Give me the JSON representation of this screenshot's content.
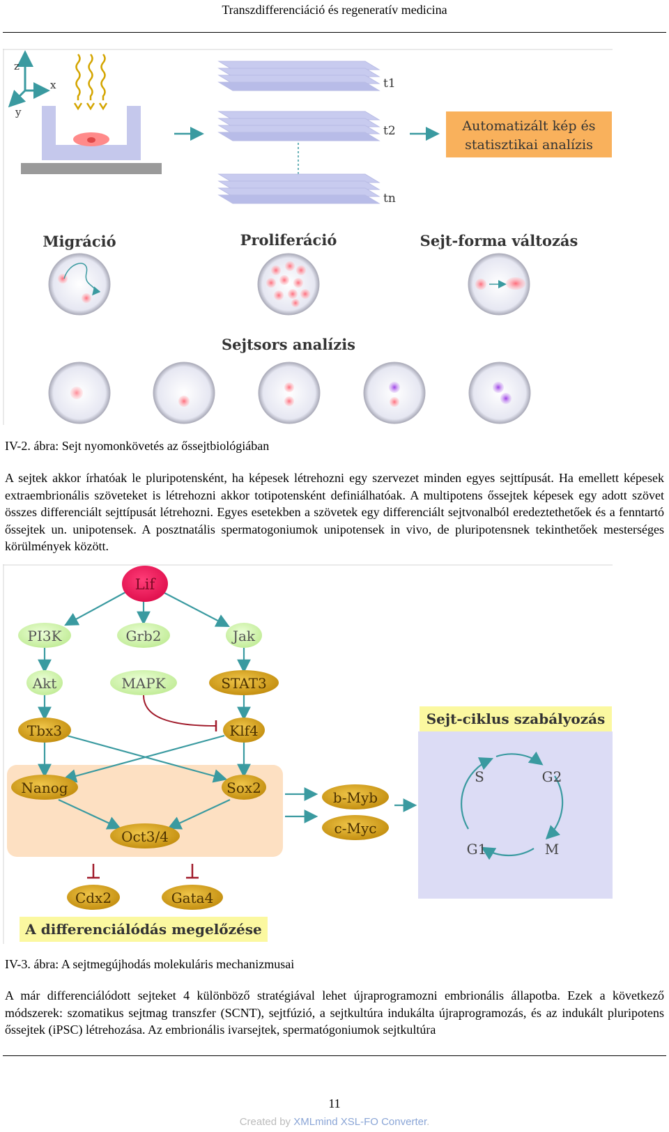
{
  "header": {
    "title": "Transzdifferenciáció és regeneratív medicina"
  },
  "figure1": {
    "axes": {
      "z": "z",
      "x": "x",
      "y": "y"
    },
    "time_labels": [
      "t1",
      "t2",
      "tn"
    ],
    "analysis_box": {
      "line1": "Automatizált kép és",
      "line2": "statisztikai analízis"
    },
    "titles": {
      "migration": "Migráció",
      "proliferation": "Proliferáció",
      "shape_change": "Sejt-forma változás",
      "fate": "Sejtsors analízis"
    },
    "caption": "IV-2. ábra: Sejt nyomonkövetés az őssejtbiológiában"
  },
  "paragraph1": "A sejtek akkor írhatóak le pluripotensként, ha képesek létrehozni egy szervezet minden egyes sejttípusát. Ha emellett képesek extraembrionális szöveteket is létrehozni akkor totipotensként definiálhatóak. A multipotens őssejtek képesek egy adott szövet összes differenciált sejttípusát létrehozni. Egyes esetekben a szövetek egy differenciált sejtvonalból eredeztethetőek és a fenntartó őssejtek un. unipotensek. A posztnatális spermatogoniumok unipotensek in vivo, de pluripotensnek tekinthetőek mesterséges körülmények között.",
  "figure2": {
    "nodes": {
      "lif": "Lif",
      "pi3k": "PI3K",
      "grb2": "Grb2",
      "jak": "Jak",
      "akt": "Akt",
      "mapk": "MAPK",
      "stat3": "STAT3",
      "tbx3": "Tbx3",
      "klf4": "Klf4",
      "nanog": "Nanog",
      "sox2": "Sox2",
      "oct34": "Oct3/4",
      "bmyb": "b-Myb",
      "cmyc": "c-Myc",
      "cdx2": "Cdx2",
      "gata4": "Gata4"
    },
    "cell_cycle": {
      "title": "Sejt-ciklus szabályozás",
      "s": "S",
      "g2": "G2",
      "g1": "G1",
      "m": "M"
    },
    "prevent_label": "A differenciálódás megelőzése",
    "caption": "IV-3. ábra: A sejtmegújhodás molekuláris mechanizmusai"
  },
  "paragraph2": "A már differenciálódott sejteket 4 különböző stratégiával lehet újraprogramozni embrionális állapotba. Ezek a következő módszerek: szomatikus sejtmag transzfer (SCNT), sejtfúzió, a sejtkultúra indukálta újraprogramozás, és az indukált pluripotens őssejtek (iPSC) létrehozása. Az embrionális ivarsejtek, spermatógoniumok sejtkultúra",
  "footer": {
    "page_number": "11",
    "credit_prefix": "Created by ",
    "credit_brand": "XMLmind XSL-FO Converter",
    "credit_suffix": "."
  },
  "colors": {
    "lif": "#e8185c",
    "green_node": "#d6f5b4",
    "gold_node": "#d3a01c",
    "peach": "#fde0c2",
    "lavender": "#dcdcf5",
    "yellow_label": "#fbf8a0",
    "arrow": "#3a9aa0",
    "inhibit": "#a01a2a"
  }
}
